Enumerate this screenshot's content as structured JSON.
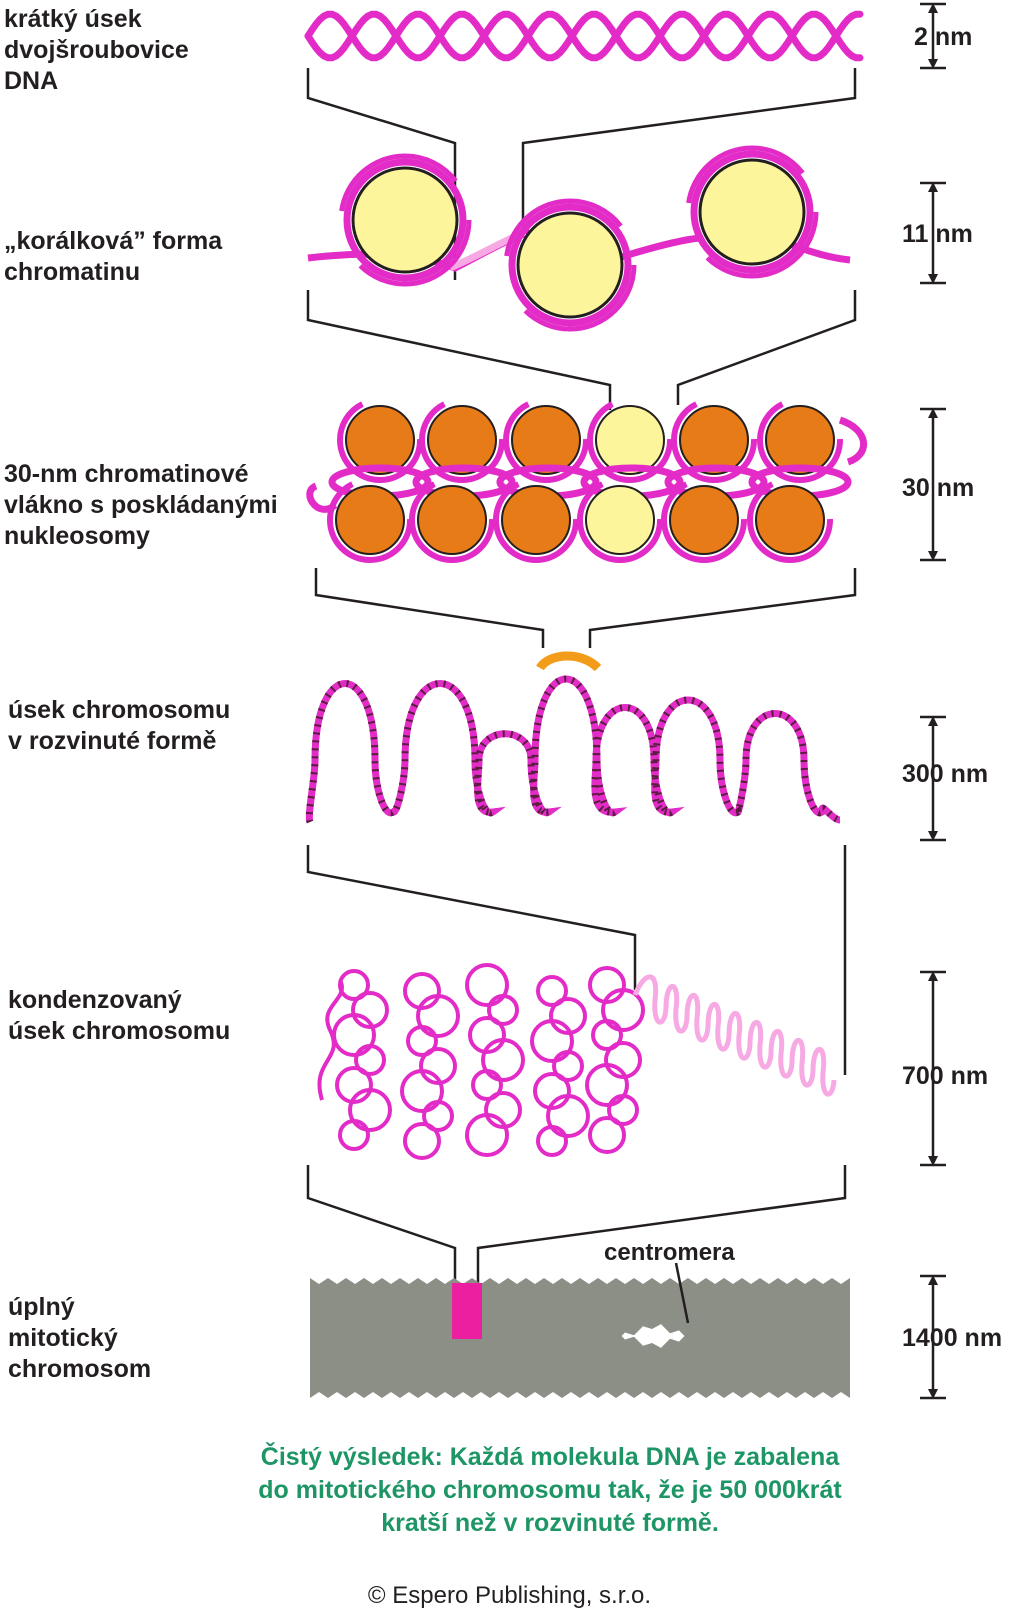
{
  "levels": [
    {
      "label": "krátký úsek\ndvojšroubovice\nDNA",
      "scale": "2 nm"
    },
    {
      "label": "„korálková” forma\nchromatinu",
      "scale": "11 nm"
    },
    {
      "label": "30-nm chromatinové\nvlákno s poskládanými\nnukleosomy",
      "scale": "30 nm"
    },
    {
      "label": "úsek chromosomu\nv rozvinuté formě",
      "scale": "300 nm"
    },
    {
      "label": "kondenzovaný\núsek chromosomu",
      "scale": "700 nm"
    },
    {
      "label": "úplný\nmitotický\nchromosom",
      "scale": "1400 nm"
    }
  ],
  "centromere_label": "centromera",
  "summary": "Čistý výsledek: Každá molekula DNA je zabalena\ndo mitotického chromosomu tak, že  je 50 000krát\nkratší než v rozvinuté formě.",
  "copyright": "© Espero Publishing, s.r.o.",
  "colors": {
    "dna": "#e32bc8",
    "dna_light": "#f7a9e4",
    "nucleosome_core": "#fdf59b",
    "nucleosome_stacked": "#e67b18",
    "chromosome": "#8c8f86",
    "centromere_band": "#ec1fa0",
    "loop_highlight": "#f39c1a",
    "summary_text": "#1d9565"
  }
}
